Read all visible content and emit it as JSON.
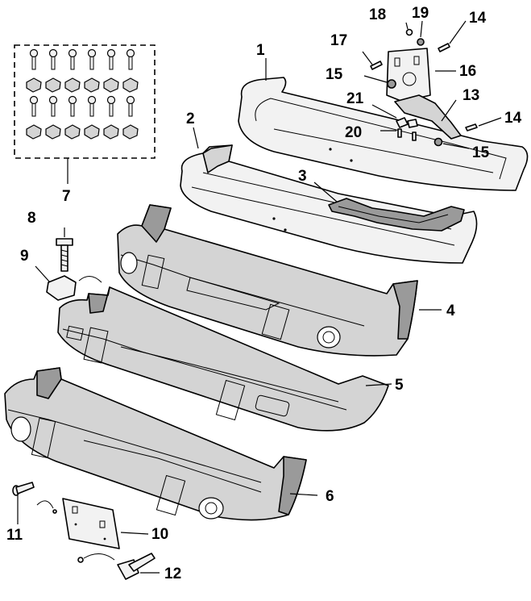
{
  "callouts": [
    {
      "id": "1",
      "text": "1"
    },
    {
      "id": "2",
      "text": "2"
    },
    {
      "id": "3",
      "text": "3"
    },
    {
      "id": "4",
      "text": "4"
    },
    {
      "id": "5",
      "text": "5"
    },
    {
      "id": "6",
      "text": "6"
    },
    {
      "id": "7",
      "text": "7"
    },
    {
      "id": "8",
      "text": "8"
    },
    {
      "id": "9",
      "text": "9"
    },
    {
      "id": "10",
      "text": "10"
    },
    {
      "id": "11",
      "text": "11"
    },
    {
      "id": "12",
      "text": "12"
    },
    {
      "id": "13",
      "text": "13"
    },
    {
      "id": "14a",
      "text": "14"
    },
    {
      "id": "14b",
      "text": "14"
    },
    {
      "id": "15a",
      "text": "15"
    },
    {
      "id": "15b",
      "text": "15"
    },
    {
      "id": "16",
      "text": "16"
    },
    {
      "id": "17",
      "text": "17"
    },
    {
      "id": "18",
      "text": "18"
    },
    {
      "id": "19",
      "text": "19"
    },
    {
      "id": "20",
      "text": "20"
    },
    {
      "id": "21",
      "text": "21"
    }
  ]
}
